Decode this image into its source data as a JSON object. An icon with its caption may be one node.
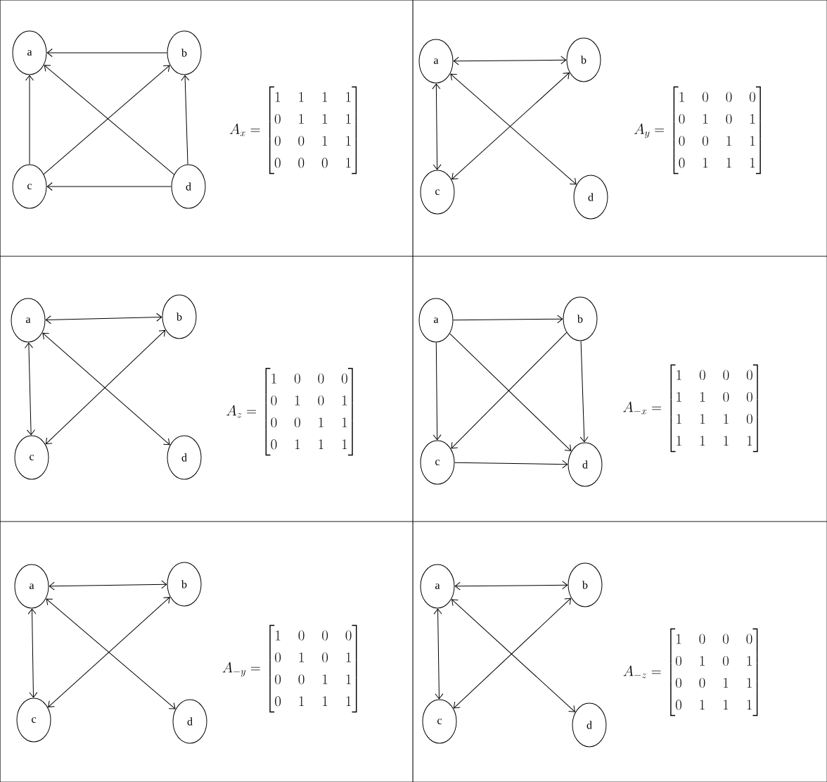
{
  "diagram": {
    "nodes": [
      {
        "text": [
          "a"
        ]
      },
      {
        "text": [
          "b"
        ]
      },
      {
        "text": [
          "c"
        ]
      },
      {
        "text": [
          "d"
        ]
      },
      {
        "text": [
          "a"
        ]
      },
      {
        "text": [
          "b"
        ]
      },
      {
        "text": [
          "c"
        ]
      },
      {
        "text": [
          "d"
        ]
      },
      {
        "text": [
          "a"
        ]
      },
      {
        "text": [
          "b"
        ]
      },
      {
        "text": [
          "c"
        ]
      },
      {
        "text": [
          "d"
        ]
      },
      {
        "text": [
          "a"
        ]
      },
      {
        "text": [
          "b"
        ]
      },
      {
        "text": [
          "c"
        ]
      },
      {
        "text": [
          "d"
        ]
      },
      {
        "text": [
          "a"
        ]
      },
      {
        "text": [
          "b"
        ]
      },
      {
        "text": [
          "c"
        ]
      },
      {
        "text": [
          "d"
        ]
      },
      {
        "text": [
          "a"
        ]
      },
      {
        "text": [
          "b"
        ]
      },
      {
        "text": [
          "c"
        ]
      },
      {
        "text": [
          "d"
        ]
      }
    ],
    "edges": [
      {
        "from": 1,
        "to": 0,
        "arrow": "to"
      },
      {
        "from": 2,
        "to": 0,
        "arrow": "to"
      },
      {
        "from": 3,
        "to": 0,
        "arrow": "to"
      },
      {
        "from": 2,
        "to": 1,
        "arrow": "to"
      },
      {
        "from": 3,
        "to": 1,
        "arrow": "to"
      },
      {
        "from": 3,
        "to": 2,
        "arrow": "to"
      },
      {
        "from": 4,
        "to": 5,
        "arrow": "both"
      },
      {
        "from": 4,
        "to": 6,
        "arrow": "both"
      },
      {
        "from": 4,
        "to": 7,
        "arrow": "both"
      },
      {
        "from": 5,
        "to": 6,
        "arrow": "both"
      },
      {
        "from": 8,
        "to": 9,
        "arrow": "both"
      },
      {
        "from": 8,
        "to": 10,
        "arrow": "both"
      },
      {
        "from": 8,
        "to": 11,
        "arrow": "both"
      },
      {
        "from": 9,
        "to": 10,
        "arrow": "both"
      },
      {
        "from": 12,
        "to": 13,
        "arrow": "to"
      },
      {
        "from": 12,
        "to": 14,
        "arrow": "to"
      },
      {
        "from": 12,
        "to": 15,
        "arrow": "to"
      },
      {
        "from": 13,
        "to": 14,
        "arrow": "to"
      },
      {
        "from": 13,
        "to": 15,
        "arrow": "to"
      },
      {
        "from": 14,
        "to": 15,
        "arrow": "to"
      },
      {
        "from": 16,
        "to": 17,
        "arrow": "both"
      },
      {
        "from": 16,
        "to": 18,
        "arrow": "both"
      },
      {
        "from": 16,
        "to": 19,
        "arrow": "both"
      },
      {
        "from": 17,
        "to": 18,
        "arrow": "both"
      },
      {
        "from": 20,
        "to": 21,
        "arrow": "both"
      },
      {
        "from": 20,
        "to": 22,
        "arrow": "both"
      },
      {
        "from": 20,
        "to": 23,
        "arrow": "both"
      },
      {
        "from": 21,
        "to": 22,
        "arrow": "both"
      }
    ],
    "labels": [
      "A_x = \\begin{bmatrix}1 & 1 & 1 & 1\\\\ 0 & 1 & 1 & 1\\\\ 0 & 0 & 1 & 1\\\\ 0 & 0 & 0 & 1\\end{bmatrix}",
      "A_y = \\begin{bmatrix}1 & 0 & 0 & 0\\\\ 0 & 1 & 0 & 1\\\\ 0 & 0 & 1 & 1\\\\ 0 & 1 & 1 & 1\\end{bmatrix}",
      "A_z = \\begin{bmatrix}1 & 0 & 0 & 0\\\\ 0 & 1 & 0 & 1\\\\ 0 & 0 & 1 & 1\\\\ 0 & 1 & 1 & 1\\end{bmatrix}",
      "A_{-x} = \\begin{bmatrix}1 & 0 & 0 & 0\\\\ 1 & 1 & 0 & 0\\\\ 1 & 1 & 1 & 0\\\\ 1 & 1 & 1 & 1\\end{bmatrix}",
      "A_{-y} = \\begin{bmatrix}1 & 0 & 0 & 0\\\\ 0 & 1 & 0 & 1\\\\ 0 & 0 & 1 & 1\\\\ 0 & 1 & 1 & 1\\end{bmatrix}",
      "A_{-z} = \\begin{bmatrix}1 & 0 & 0 & 0\\\\ 0 & 1 & 0 & 1\\\\ 0 & 0 & 1 & 1\\\\ 0 & 1 & 1 & 1\\end{bmatrix}"
    ]
  }
}
